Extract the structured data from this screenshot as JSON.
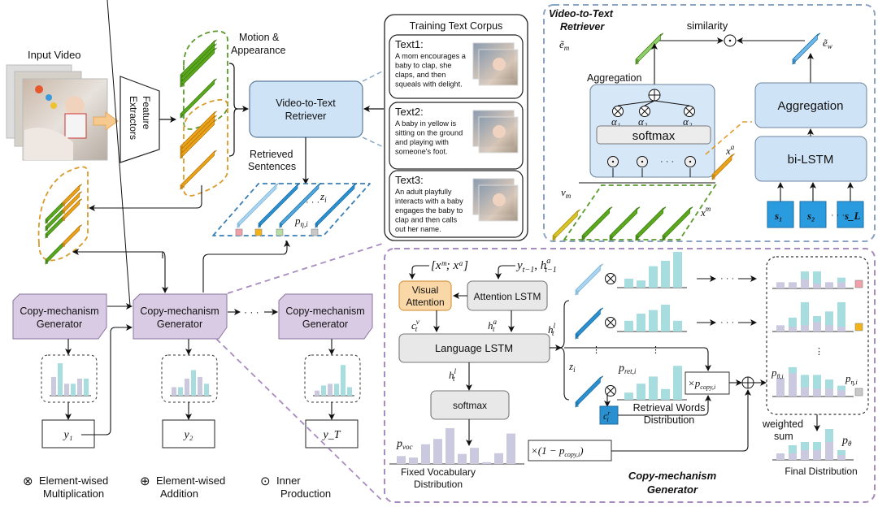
{
  "input_video": {
    "label": "Input Video"
  },
  "feature_extractors": {
    "label_line1": "Feature",
    "label_line2": "Extractors"
  },
  "motion_appearance": {
    "label_line1": "Motion &",
    "label_line2": "Appearance"
  },
  "retriever_box": {
    "label_line1": "Video-to-Text",
    "label_line2": "Retriever"
  },
  "retrieved_sentences": {
    "label_line1": "Retrieved",
    "label_line2": "Sentences",
    "z_label": "z",
    "z_sub": "i",
    "p_label": "p",
    "p_sub": "η,i",
    "dots": "· · ·"
  },
  "corpus": {
    "title": "Training Text Corpus",
    "items": [
      {
        "title": "Text1:",
        "lines": [
          "A mom encourages a",
          "baby to clap, she",
          "claps, and then",
          "squeals with delight."
        ]
      },
      {
        "title": "Text2:",
        "lines": [
          "A baby in yellow is",
          "sitting on the ground",
          "and playing with",
          "someone's foot."
        ]
      },
      {
        "title": "Text3:",
        "lines": [
          "An adult playfully",
          "interacts with a baby",
          "engages the baby to",
          "clap and then calls",
          "out her name."
        ]
      }
    ]
  },
  "retriever_detail": {
    "title_line1": "Video-to-Text",
    "title_line2": "Retriever",
    "similarity": "similarity",
    "e_m": "ẽ",
    "e_m_sub": "m",
    "e_w": "ẽ",
    "e_w_sub": "w",
    "aggregation_left": "Aggregation",
    "softmax": "softmax",
    "alphas": [
      "α₁",
      "α₂",
      "α₂"
    ],
    "x_a": "x",
    "x_a_sup": "a",
    "x_m": "x",
    "x_m_sup": "m",
    "v_m": "v",
    "v_m_sub": "m",
    "aggregation_right": "Aggregation",
    "bilstm": "bi-LSTM",
    "s_tokens": [
      "s₁",
      "s₂",
      "s_L"
    ],
    "dots": "· · ·"
  },
  "generators": [
    {
      "label_line1": "Copy-mechanism",
      "label_line2": "Generator",
      "output": "y₁",
      "bars": [
        0.55,
        0.95,
        0.35,
        0.35,
        0.5,
        0.5
      ],
      "highlight": 1
    },
    {
      "label_line1": "Copy-mechanism",
      "label_line2": "Generator",
      "output": "y₂",
      "bars": [
        0.25,
        0.25,
        0.5,
        0.75,
        0.55,
        0.35
      ],
      "highlight": 3
    },
    {
      "label_line1": "Copy-mechanism",
      "label_line2": "Generator",
      "output": "y_T",
      "bars": [
        0.15,
        0.3,
        0.35,
        0.35,
        0.9,
        0.25
      ],
      "highlight": 4
    }
  ],
  "generator_dots": "· · ·",
  "legend": [
    {
      "symbol": "⊗",
      "line1": "Element-wised",
      "line2": "Multiplication"
    },
    {
      "symbol": "⊕",
      "line1": "Element-wised",
      "line2": "Addition"
    },
    {
      "symbol": "⊙",
      "line1": "Inner",
      "line2": "Production"
    }
  ],
  "copy_detail": {
    "title_line1": "Copy-mechanism",
    "title_line2": "Generator",
    "input_visual": "[xᵐ; xᵃ]",
    "input_attn": "y",
    "input_attn_sub": "t−1",
    "input_attn_h": "h",
    "input_attn_h_sup": "a",
    "input_attn_h_sub": "t−1",
    "visual_attention_line1": "Visual",
    "visual_attention_line2": "Attention",
    "attention_lstm": "Attention LSTM",
    "c_v": "c",
    "c_v_sup": "v",
    "c_v_sub": "t",
    "h_a": "h",
    "h_a_sup": "a",
    "h_a_sub": "t",
    "language_lstm": "Language LSTM",
    "h_l": "h",
    "h_l_sup": "l",
    "h_l_sub": "t",
    "softmax": "softmax",
    "p_voc": "p",
    "p_voc_sub": "voc",
    "fixed_vocab_line1": "Fixed Vocabulary",
    "fixed_vocab_line2": "Distribution",
    "voc_bars": [
      0.22,
      0.18,
      0.55,
      0.7,
      1.0,
      0.28,
      0.45,
      0.05,
      0.3,
      0.85
    ],
    "z_i": "z",
    "z_i_sub": "i",
    "p_ret": "p",
    "p_ret_sub": "ret,i",
    "c_r": "c",
    "c_r_sup": "r",
    "c_r_sub": "i",
    "retrieval_words_line1": "Retrieval Words",
    "retrieval_words_line2": "Distribution",
    "ret_bars": [
      [
        0.25,
        0.2,
        0.6,
        0.75,
        1.0
      ],
      [
        0.3,
        0.5,
        0.6,
        0.75,
        0.3
      ],
      [
        0.2,
        0.45,
        0.65,
        0.3,
        0.95
      ]
    ],
    "times_pcopy": "×p",
    "times_pcopy_sub": "copy,i",
    "times_one_minus": "×(1 − p",
    "times_one_minus_sub": "copy,i",
    "times_one_minus_close": ")",
    "mixed_bars": [
      {
        "total": [
          0.2,
          0.2,
          0.55,
          0.55,
          0.2,
          0.35
        ],
        "base": [
          0.2,
          0.2,
          0.3,
          0.15,
          0.2,
          0.2
        ],
        "marker_color": "#f0a0a8"
      },
      {
        "total": [
          0.2,
          0.45,
          0.95,
          0.5,
          0.65,
          0.95
        ],
        "base": [
          0.2,
          0.15,
          0.2,
          0.3,
          0.2,
          0.15
        ],
        "marker_color": "#f2b318"
      },
      {
        "total": [
          0.6,
          0.95,
          0.7,
          0.7,
          0.55,
          0.35
        ],
        "base": [
          0.6,
          0.75,
          0.3,
          0.25,
          0.25,
          0.2
        ],
        "marker_color": "#c8c8c8"
      }
    ],
    "p_theta_i": "p",
    "p_theta_i_sub": "θ,i",
    "p_eta_i": "p",
    "p_eta_i_sub": "η,i",
    "weighted_sum_line1": "weighted",
    "weighted_sum_line2": "sum",
    "p_theta": "p",
    "p_theta_sub": "θ",
    "final_dist": "Final Distribution",
    "final_bars": {
      "total": [
        0.2,
        0.45,
        0.55,
        0.55,
        0.95,
        0.3
      ],
      "base": [
        0.2,
        0.2,
        0.3,
        0.3,
        0.55,
        0.15
      ]
    }
  },
  "colors": {
    "green": "#5aa81e",
    "green_dark": "#3f7d12",
    "orange": "#e9a21a",
    "orange_dark": "#b87a0c",
    "blue": "#2b90d0",
    "blue_light": "#a9d4f0",
    "box_blue": "#cfe3f7",
    "purple": "#d9cbe3",
    "purple_dash": "#9b7bb3",
    "blue_dash": "#3a7fb5",
    "teal_bar": "#a8dde0",
    "lavender_bar": "#cbc9df",
    "grey_box": "#e8e8e8",
    "orange_box": "#f9d7a6"
  }
}
